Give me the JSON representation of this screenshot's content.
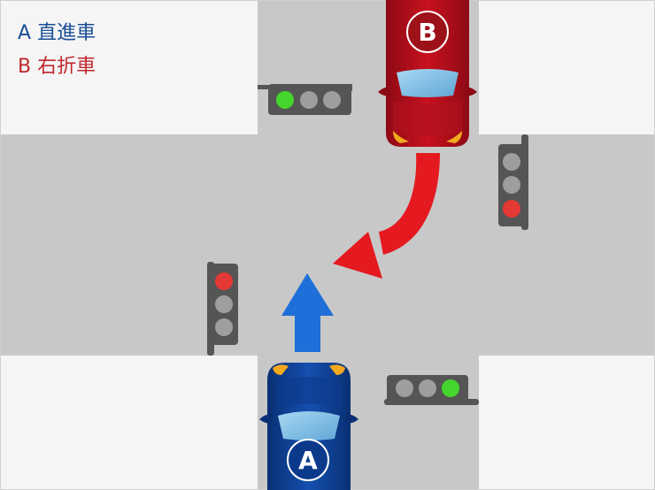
{
  "legend": [
    {
      "key": "A",
      "label": "直進車",
      "color": "#1a4e96"
    },
    {
      "key": "B",
      "label": "右折車",
      "color": "#c0282e"
    }
  ],
  "cars": [
    {
      "id": "A",
      "badge": "A",
      "movement": "straight",
      "body_color": "#0d3f95"
    },
    {
      "id": "B",
      "badge": "B",
      "movement": "right-turn",
      "body_color": "#b30f1b"
    }
  ],
  "arrows": [
    {
      "for": "A",
      "direction": "up",
      "color": "#1e6fd9"
    },
    {
      "for": "B",
      "direction": "right-turn",
      "color": "#e51920"
    }
  ],
  "signals": [
    {
      "position": "top",
      "active": "green"
    },
    {
      "position": "right",
      "active": "red"
    },
    {
      "position": "left",
      "active": "red"
    },
    {
      "position": "bottom",
      "active": "green"
    }
  ],
  "colors": {
    "road": "#c8c8c8",
    "sidewalk": "#f5f5f5",
    "signal_housing": "#555555",
    "lamp_off": "#9e9e9e",
    "lamp_green": "#44d62c",
    "lamp_red": "#e53935"
  }
}
